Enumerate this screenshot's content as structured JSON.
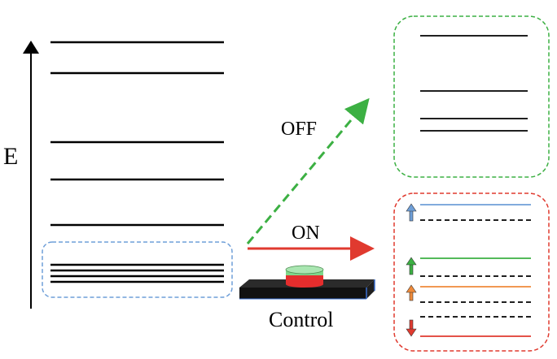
{
  "axis": {
    "label": "E"
  },
  "arrows": {
    "off_label": "OFF",
    "on_label": "ON"
  },
  "control": {
    "label": "Control"
  },
  "colors": {
    "off_box": "#3cb043",
    "on_box": "#e03a2f",
    "ground_box": "#6f9fd8",
    "on_arrow": "#e03a2f",
    "off_arrow": "#3cb043",
    "level_blue": "#6f9fd8",
    "level_green": "#3cb043",
    "level_orange": "#ef8a3a",
    "level_red": "#e03a2f",
    "platform": "#1a1a1a",
    "platform_edge": "#3a6fd0",
    "disk_green": "#7fd68a",
    "disk_red": "#e52d2d"
  }
}
